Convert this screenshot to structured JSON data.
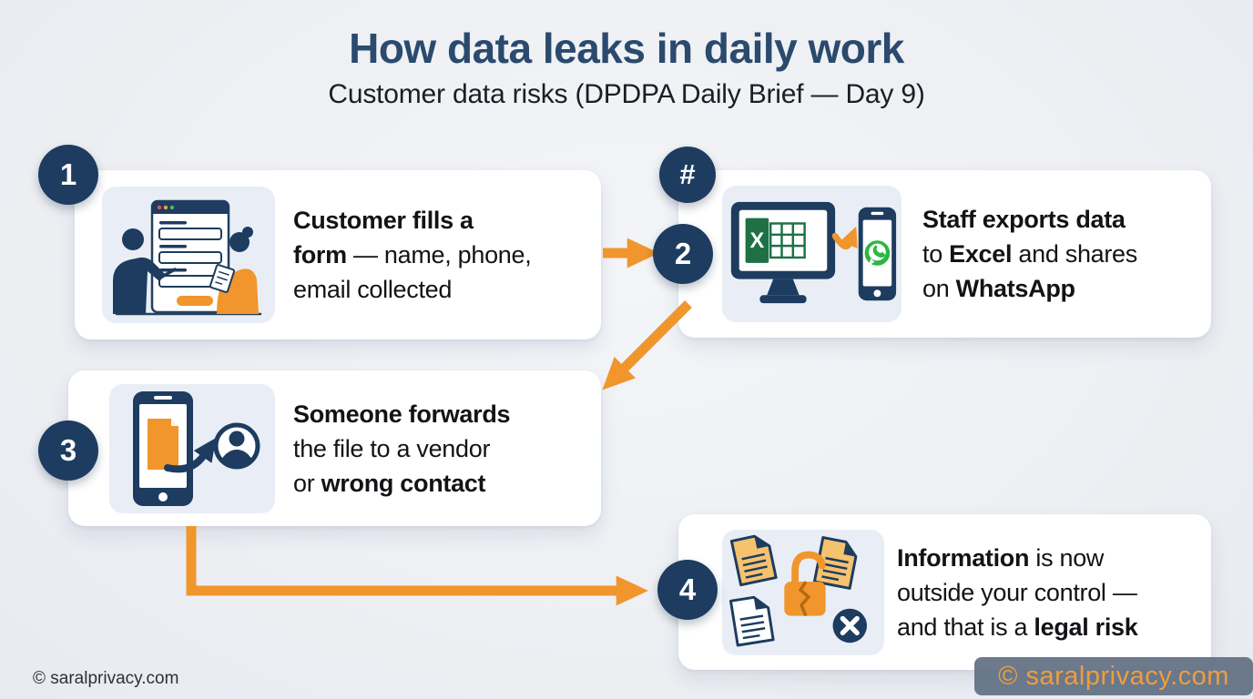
{
  "header": {
    "title": "How data leaks in daily work",
    "subtitle": "Customer data risks (DPDPA Daily Brief — Day 9)"
  },
  "extra_badge": "#",
  "steps": [
    {
      "badge": "1",
      "icon": "form-fill-illustration",
      "lines": [
        [
          {
            "t": "Customer fills a",
            "b": true
          }
        ],
        [
          {
            "t": "form",
            "b": true
          },
          {
            "t": " — name, phone,",
            "b": false
          }
        ],
        [
          {
            "t": "email collected",
            "b": false
          }
        ]
      ]
    },
    {
      "badge": "2",
      "icon": "excel-to-whatsapp-illustration",
      "lines": [
        [
          {
            "t": "Staff exports data",
            "b": true
          }
        ],
        [
          {
            "t": "to ",
            "b": false
          },
          {
            "t": "Excel",
            "b": true
          },
          {
            "t": " and shares",
            "b": false
          }
        ],
        [
          {
            "t": "on ",
            "b": false
          },
          {
            "t": "WhatsApp",
            "b": true
          }
        ]
      ]
    },
    {
      "badge": "3",
      "icon": "forward-file-illustration",
      "lines": [
        [
          {
            "t": "Someone forwards",
            "b": true
          }
        ],
        [
          {
            "t": "the file to a vendor",
            "b": false
          }
        ],
        [
          {
            "t": "or ",
            "b": false
          },
          {
            "t": "wrong contact",
            "b": true
          }
        ]
      ]
    },
    {
      "badge": "4",
      "icon": "data-breach-illustration",
      "lines": [
        [
          {
            "t": "Information",
            "b": true
          },
          {
            "t": " is now",
            "b": false
          }
        ],
        [
          {
            "t": "outside your control —",
            "b": false
          }
        ],
        [
          {
            "t": "and that is a ",
            "b": false
          },
          {
            "t": "legal risk",
            "b": true
          }
        ]
      ]
    }
  ],
  "watermarks": {
    "left": "© saralprivacy.com",
    "right": "© saralprivacy.com"
  },
  "colors": {
    "navy": "#1d3c5f",
    "orange": "#f0962c",
    "title_navy": "#2a4a6e",
    "background": "#edeff3",
    "card": "#ffffff",
    "tile": "#e9eef6",
    "excel_green": "#1f7145",
    "whatsapp_green": "#2cb742"
  }
}
